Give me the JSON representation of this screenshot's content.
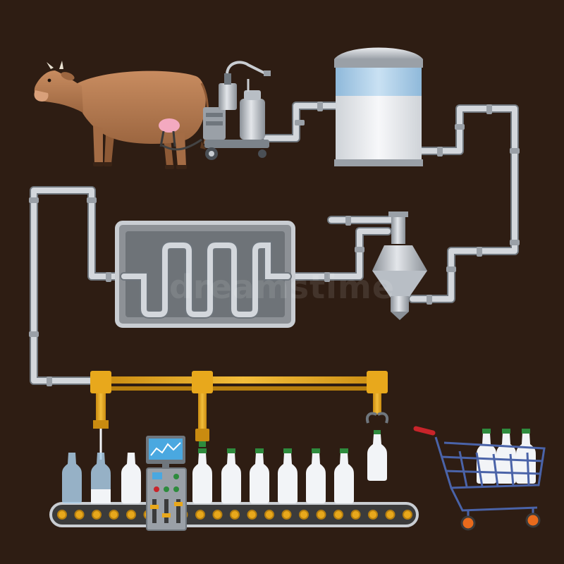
{
  "watermark": "dreamstime",
  "colors": {
    "background": "#2e1d13",
    "pipe": "#c9cdd2",
    "pipe_dark": "#8a9097",
    "steel": "#b8bec5",
    "steel_dark": "#6f767d",
    "milk": "#f2f4f7",
    "tank_top": "#a8cbe6",
    "cow": "#b87c52",
    "cow_dark": "#8e5a36",
    "udder": "#f3a9c0",
    "gantry": "#e8a81c",
    "gantry_dark": "#b77f0e",
    "belt": "#3b3b3b",
    "roller": "#e8a81c",
    "bottle_cap": "#2e8b3d",
    "screen": "#4aa8e0",
    "cart_frame": "#4a63a8",
    "cart_handle": "#c8242a",
    "wheel": "#e86a1c"
  },
  "icons": [
    "cow-icon",
    "milking-machine-icon",
    "storage-tank-icon",
    "separator-icon",
    "pasteurizer-icon",
    "bottling-gantry-icon",
    "conveyor-belt-icon",
    "control-panel-icon",
    "shopping-cart-icon",
    "milk-bottle-icon"
  ],
  "conveyor": {
    "bottles_before_panel": 3,
    "bottles_after_panel": 6,
    "filling_bottle_level": 0.5
  },
  "cart": {
    "bottles_in_cart": 3
  }
}
